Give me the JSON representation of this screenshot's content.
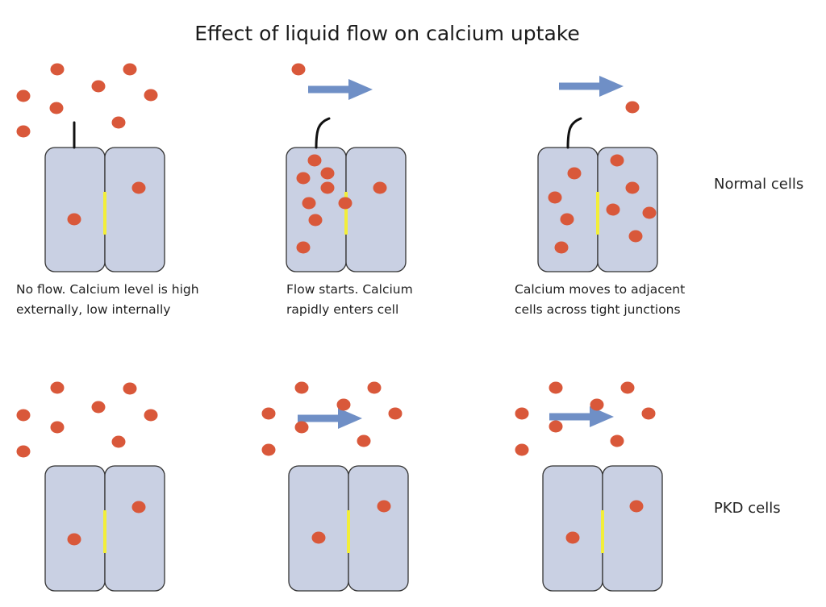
{
  "title": "Effect of liquid flow on calcium uptake",
  "row_labels": {
    "normal": "Normal cells",
    "pkd": "PKD cells"
  },
  "captions": [
    [
      "No flow. Calcium level is high",
      "externally, low internally"
    ],
    [
      "Flow starts. Calcium",
      "rapidly enters cell"
    ],
    [
      "Calcium moves to adjacent",
      "cells across tight junctions"
    ]
  ],
  "colors": {
    "cell_fill": "#c9d0e3",
    "cell_stroke": "#333333",
    "calcium_dot": "#d9583a",
    "tight_junction": "#f2ee3a",
    "flow_arrow": "#6f8fc6",
    "cilium": "#111111"
  },
  "legend_icons": [
    "calcium-ion",
    "flow-arrow",
    "primary-cilium",
    "tight-junction"
  ]
}
